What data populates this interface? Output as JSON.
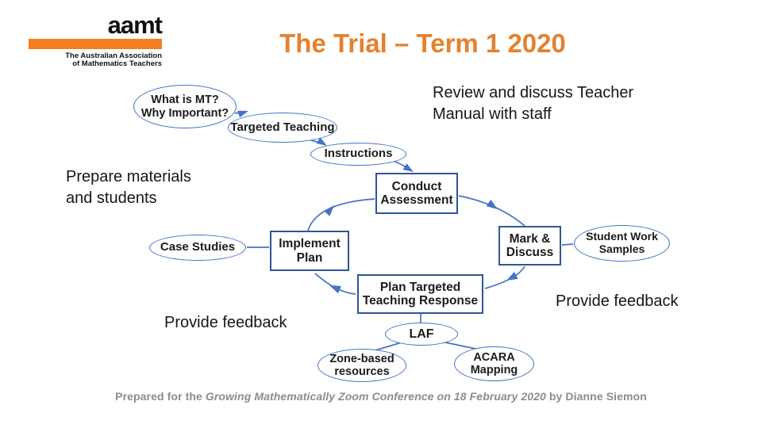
{
  "logo": {
    "wordmark": "aamt",
    "tagline": "The Australian Association\nof Mathematics Teachers",
    "bar_color": "#F57E20",
    "text_color": "#111111"
  },
  "slide": {
    "title": "The Trial – Term 1 2020",
    "title_color": "#E5812F"
  },
  "labels": {
    "review": "Review and discuss Teacher\nManual with staff",
    "prepare": "Prepare materials\nand students",
    "feedback_left": "Provide feedback",
    "feedback_right": "Provide feedback"
  },
  "diagram": {
    "line_color": "#4472C4",
    "box_border_color": "#2F5597",
    "nodes": {
      "what": {
        "shape": "ellipse",
        "label": "What is MT?\nWhy Important?"
      },
      "targeted": {
        "shape": "ellipse",
        "label": "Targeted Teaching"
      },
      "instructions": {
        "shape": "ellipse",
        "label": "Instructions"
      },
      "conduct": {
        "shape": "rect",
        "label": "Conduct\nAssessment"
      },
      "implement": {
        "shape": "rect",
        "label": "Implement\nPlan"
      },
      "case_studies": {
        "shape": "ellipse",
        "label": "Case Studies"
      },
      "mark": {
        "shape": "rect",
        "label": "Mark &\nDiscuss"
      },
      "student_work": {
        "shape": "ellipse",
        "label": "Student Work\nSamples"
      },
      "plan": {
        "shape": "rect",
        "label": "Plan Targeted\nTeaching Response"
      },
      "laf": {
        "shape": "ellipse",
        "label": "LAF"
      },
      "zone": {
        "shape": "ellipse",
        "label": "Zone-based\nresources"
      },
      "acara": {
        "shape": "ellipse",
        "label": "ACARA\nMapping"
      }
    }
  },
  "footer": {
    "prefix": "Prepared for the ",
    "italic": "Growing Mathematically Zoom Conference on 18 February  2020",
    "suffix": " by Dianne Siemon"
  }
}
